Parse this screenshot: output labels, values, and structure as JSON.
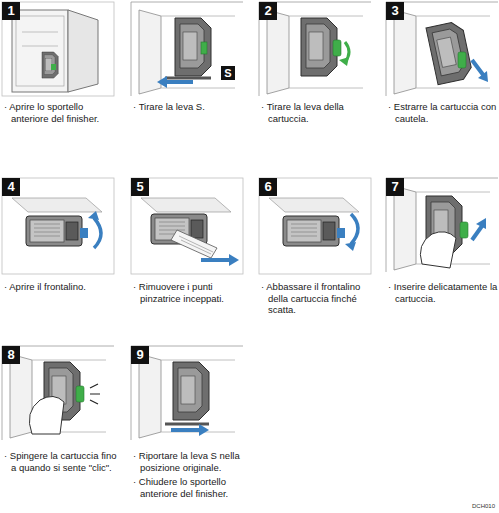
{
  "diagram": {
    "labels": [
      "1",
      "S",
      "2",
      "3",
      "4",
      "5",
      "6",
      "7",
      "8",
      "9",
      "· Aprire lo sportello anteriore del finisher.",
      "· Tirare la leva S.",
      "· Tirare la leva della cartuccia.",
      "· Estrarre la cartuccia con cautela.",
      "· Aprire il frontalino.",
      "· Rimuovere i punti pinzatrice inceppati.",
      "· Abbassare il frontalino della cartuccia finché scatta.",
      "· Inserire delicatamente la cartuccia.",
      "· Spingere la cartuccia fino a quando si sente \"clic\".",
      "· Riportare la leva S nella posizione originale.",
      "· Chiudere lo sportello anteriore del finisher.",
      "DCH010"
    ]
  }
}
